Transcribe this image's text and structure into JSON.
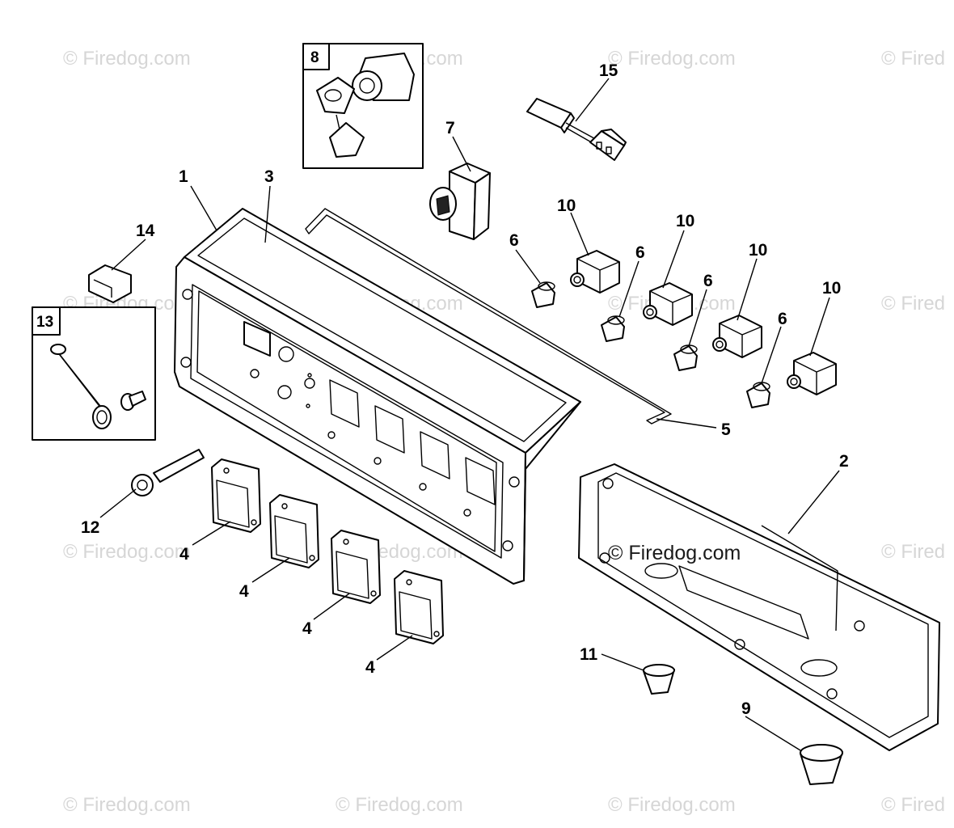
{
  "callouts": {
    "c1": "1",
    "c2": "2",
    "c3": "3",
    "c4a": "4",
    "c4b": "4",
    "c4c": "4",
    "c4d": "4",
    "c5": "5",
    "c6a": "6",
    "c6b": "6",
    "c6c": "6",
    "c6d": "6",
    "c7": "7",
    "c8": "8",
    "c9": "9",
    "c10a": "10",
    "c10b": "10",
    "c10c": "10",
    "c10d": "10",
    "c11": "11",
    "c12": "12",
    "c13": "13",
    "c14": "14",
    "c15": "15"
  },
  "watermarks": {
    "main": "© Firedog.com",
    "faint": "© Firedog.com",
    "faint_cut": "© Fired"
  },
  "colors": {
    "ink": "#000000",
    "watermark": "#d6d6d6",
    "background": "#ffffff"
  }
}
